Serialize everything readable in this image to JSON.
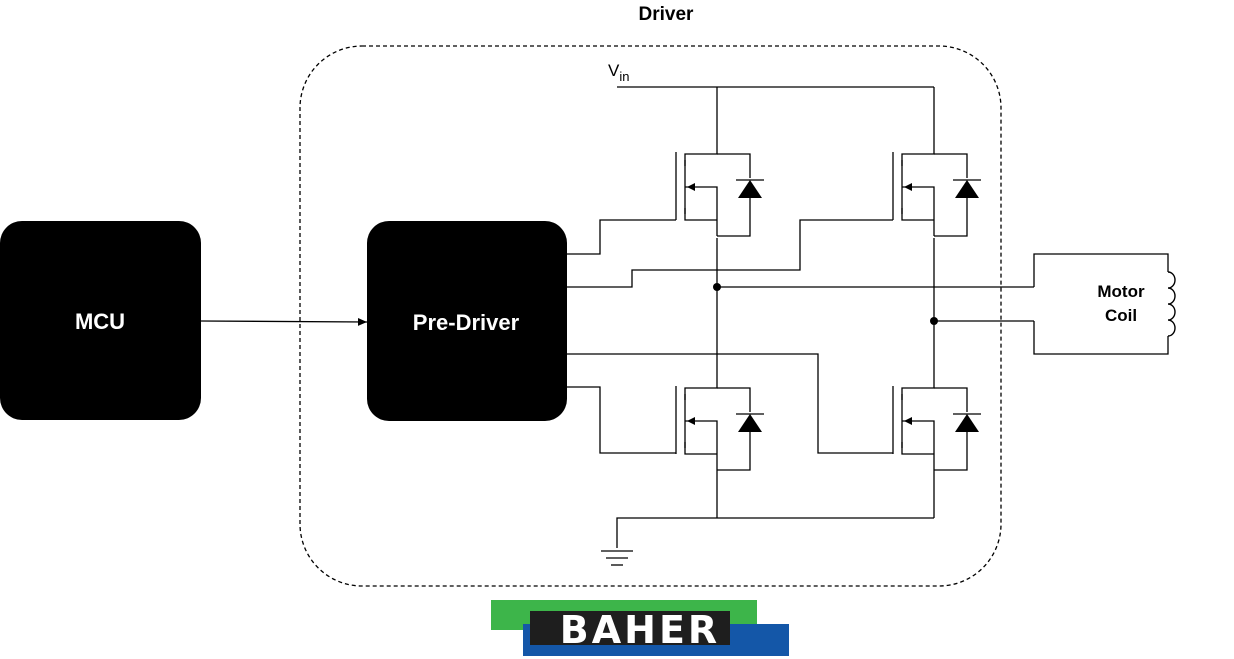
{
  "diagram": {
    "title": "Driver",
    "blocks": {
      "mcu": "MCU",
      "pre_driver": "Pre-Driver",
      "load": {
        "line1": "Motor",
        "line2": "Coil"
      }
    },
    "supply": {
      "symbol": "V",
      "subscript": "in"
    },
    "logo": {
      "text": "BAHER"
    },
    "colors": {
      "block_fill": "#000000",
      "logo_green": "#3db54a",
      "logo_blue": "#1457a8",
      "line": "#000000"
    }
  }
}
